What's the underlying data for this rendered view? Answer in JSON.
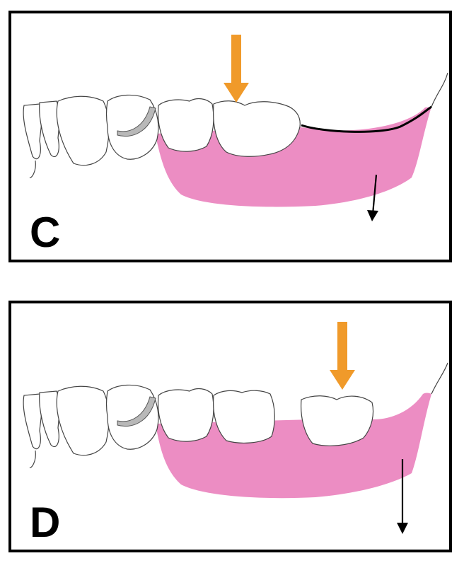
{
  "panels": [
    {
      "id": "c",
      "letter": "C"
    },
    {
      "id": "d",
      "letter": "D"
    }
  ],
  "colors": {
    "gum": "#ec8dc3",
    "load_arrow": "#f09a2a",
    "outline": "#444444",
    "clasp": "#b8b8b8",
    "displacement_arrow": "#000000"
  },
  "icons": {
    "load": "orange-down-arrow",
    "displacement": "black-down-arrow"
  }
}
